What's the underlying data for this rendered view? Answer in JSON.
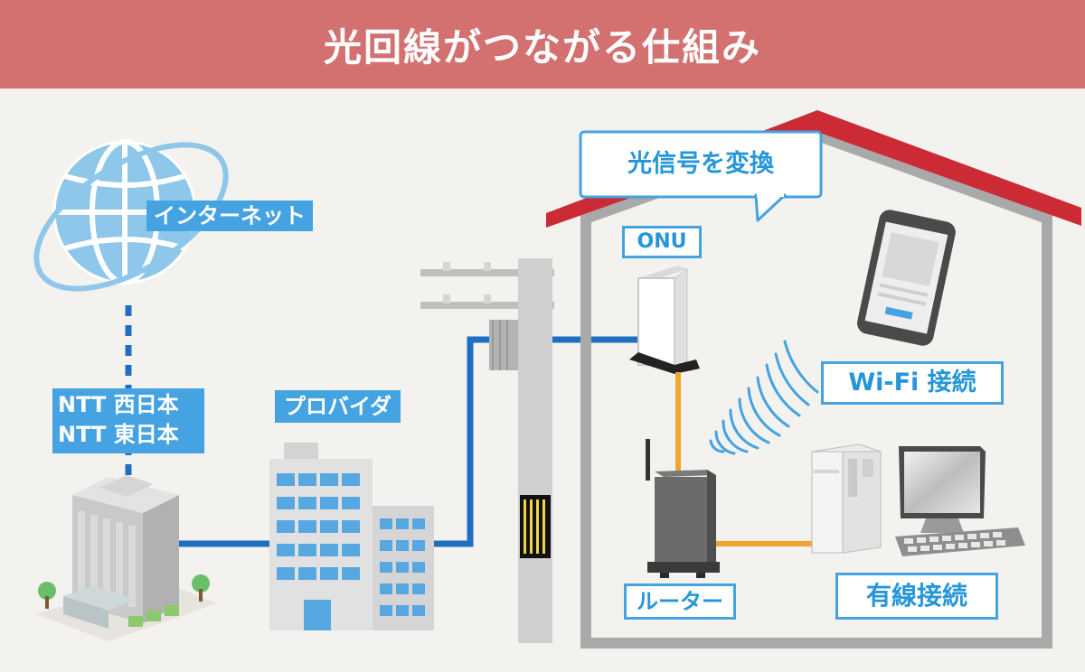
{
  "title": "光回線がつながる仕組み",
  "labels": {
    "internet": "インターネット",
    "ntt_west": "NTT 西日本",
    "ntt_east": "NTT 東日本",
    "provider": "プロバイダ",
    "optical_conversion": "光信号を変換",
    "onu": "ONU",
    "wifi": "Wi-Fi 接続",
    "router": "ルーター",
    "wired": "有線接続"
  },
  "colors": {
    "title_bg": "#d37171",
    "label_bg": "#44a3e0",
    "fiber_line": "#1f6fc0",
    "lan_line": "#f0a530",
    "roof": "#cc2b36",
    "house_outline": "#a9a9a9"
  }
}
